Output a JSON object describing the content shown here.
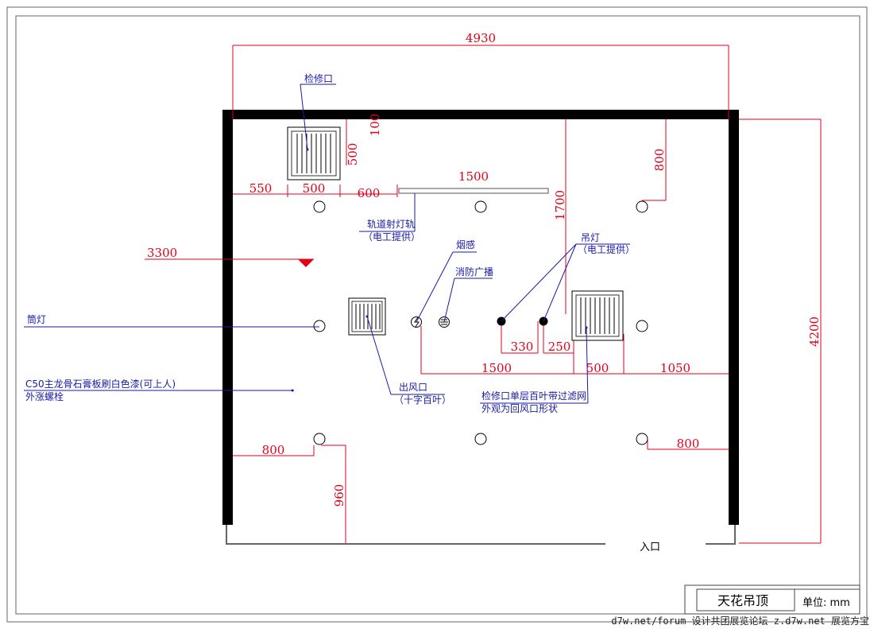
{
  "title_block": {
    "title": "天花吊顶",
    "units": "单位: mm"
  },
  "watermark": "d7w.net/forum 设计共团展览论坛   z.d7w.net 展览方宝",
  "entrance_label": "入口",
  "dimensions": {
    "overall_width": "4930",
    "overall_depth": "4200",
    "ceiling_height": "3300",
    "d_100": "100",
    "d_500_v": "500",
    "d_550": "550",
    "d_500_h": "500",
    "d_600": "600",
    "d_1500_track": "1500",
    "d_1700": "1700",
    "d_800_top": "800",
    "d_330": "330",
    "d_250": "250",
    "d_1500_mid": "1500",
    "d_500_mid": "500",
    "d_1050": "1050",
    "d_800_left": "800",
    "d_800_right": "800",
    "d_960": "960"
  },
  "notes": {
    "access_hatch": "检修口",
    "track_light_1": "轨道射灯轨",
    "track_light_2": "（电工提供）",
    "smoke": "烟感",
    "fire_broadcast": "消防广播",
    "pendant_1": "吊灯",
    "pendant_2": "（电工提供）",
    "downlight": "筒灯",
    "ceiling_1": "C50主龙骨石膏板刷白色漆(可上人)",
    "ceiling_2": "外涨螺栓",
    "outlet_1": "出风口",
    "outlet_2": "（十字百叶）",
    "return_1": "检修口单层百叶带过滤网",
    "return_2": "外观为回风口形状"
  },
  "colors": {
    "dimension": "#e0001b",
    "annotation": "#1a1aa6",
    "wall": "#000000"
  }
}
